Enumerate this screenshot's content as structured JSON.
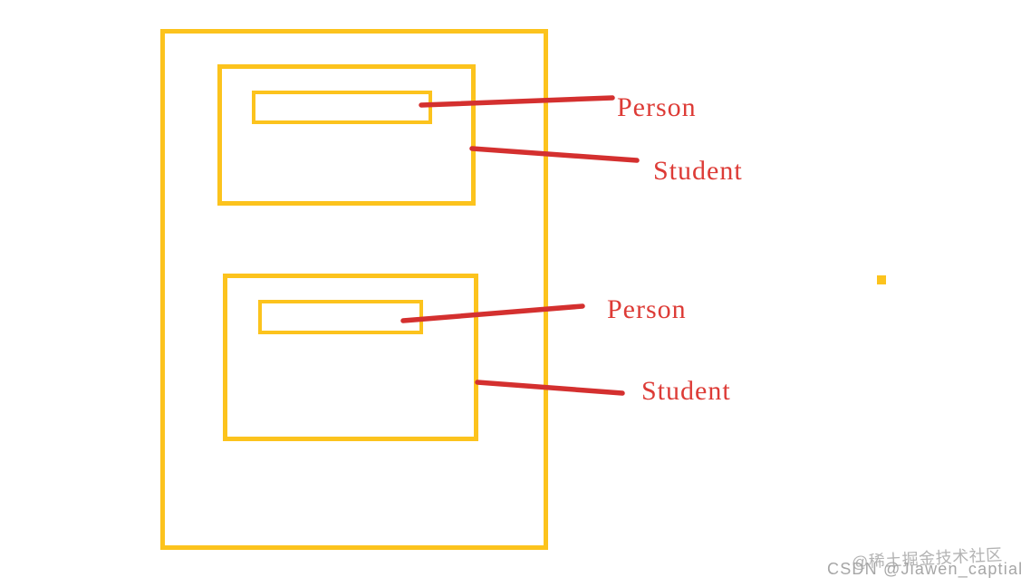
{
  "page": {
    "background": "#ffffff"
  },
  "diagram": {
    "description": "Hand-drawn memory layout diagram: two Student objects each containing an embedded Person sub-object, inside one outer container box",
    "colors": {
      "box_yellow": "#FCC31D",
      "line_red": "#D4302F",
      "label_red": "#DD3B36"
    },
    "instances": [
      {
        "person_label": "Person",
        "student_label": "Student"
      },
      {
        "person_label": "Person",
        "student_label": "Student"
      }
    ]
  },
  "watermark": {
    "community": "@稀土掘金技术社区",
    "csdn": "CSDN @Jiawen_captial"
  }
}
